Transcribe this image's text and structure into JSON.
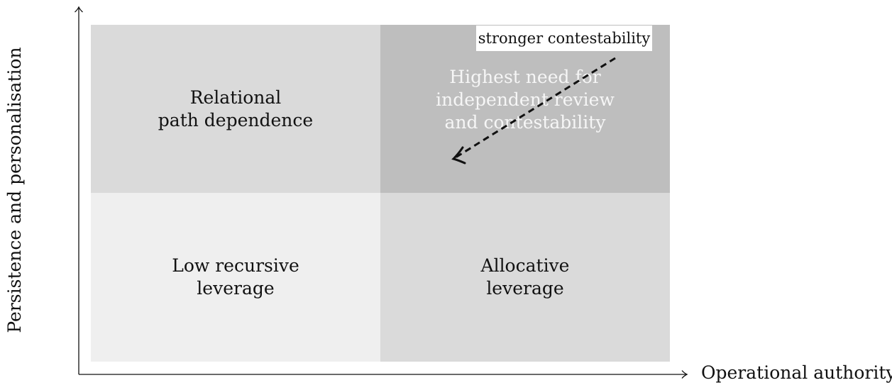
{
  "quadrants": {
    "top_left": {
      "label": "Relational\npath dependence"
    },
    "top_right": {
      "label": "Highest need for\nindependent review\nand contestability"
    },
    "bottom_left": {
      "label": "Low recursive\nleverage"
    },
    "bottom_right": {
      "label": "Allocative\nleverage"
    }
  },
  "callout": {
    "label": "stronger contestability"
  },
  "axes": {
    "x_label": "Operational authority",
    "y_label": "Persistence and personalisation"
  },
  "colors": {
    "quadrant_light": "#efefef",
    "quadrant_mid": "#dadada",
    "quadrant_dark": "#bebebe",
    "axis": "#111111"
  }
}
